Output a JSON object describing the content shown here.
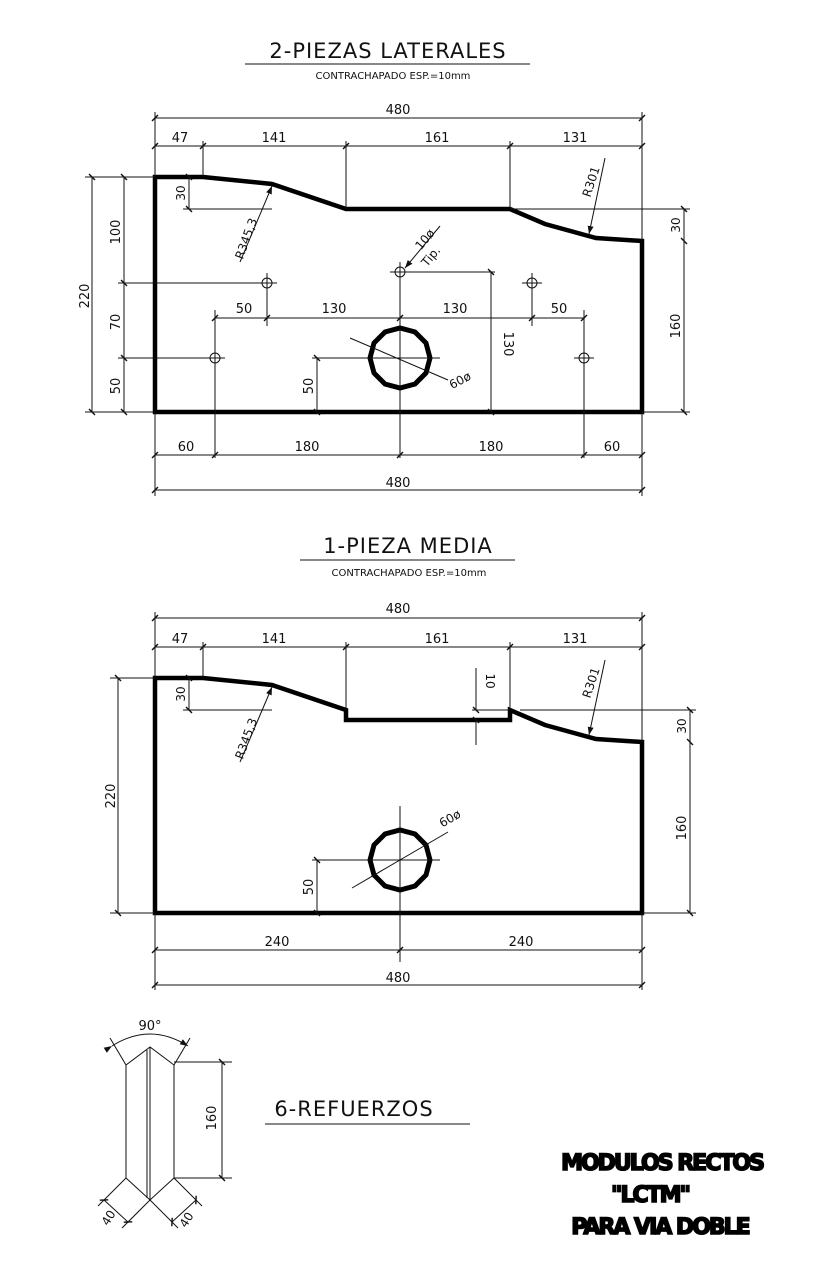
{
  "part_a": {
    "title": "2-PIEZAS LATERALES",
    "material": "CONTRACHAPADO ESP.=10mm",
    "dims": {
      "overall_top": "480",
      "seg_47": "47",
      "seg_141": "141",
      "seg_161": "161",
      "seg_131": "131",
      "height_220": "220",
      "v_100": "100",
      "v_70": "70",
      "v_50": "50",
      "slope_30": "30",
      "right_30": "30",
      "right_160": "160",
      "r_left": "R345,3",
      "r_right": "R301",
      "hole_small": "10ø",
      "hole_small_note": "Tip.",
      "h_50a": "50",
      "h_130a": "130",
      "h_130b": "130",
      "h_50b": "50",
      "v_130": "130",
      "v_hole_50": "50",
      "hole_big": "60ø",
      "bot_60a": "60",
      "bot_180a": "180",
      "bot_180b": "180",
      "bot_60b": "60",
      "overall_bottom": "480"
    }
  },
  "part_b": {
    "title": "1-PIEZA MEDIA",
    "material": "CONTRACHAPADO ESP.=10mm",
    "dims": {
      "overall_top": "480",
      "seg_47": "47",
      "seg_141": "141",
      "seg_161": "161",
      "seg_131": "131",
      "height_220": "220",
      "slope_30": "30",
      "notch_10": "10",
      "right_30": "30",
      "right_160": "160",
      "r_left": "R345,3",
      "r_right": "R301",
      "hole_big": "60ø",
      "v_hole_50": "50",
      "bot_240a": "240",
      "bot_240b": "240",
      "overall_bottom": "480"
    }
  },
  "part_c": {
    "title": "6-REFUERZOS",
    "angle": "90°",
    "height": "160",
    "leg_a": "40",
    "leg_b": "40"
  },
  "stamp": {
    "line1": "MODULOS RECTOS",
    "line2": "\"LCTM\"",
    "line3": "PARA VIA DOBLE"
  }
}
